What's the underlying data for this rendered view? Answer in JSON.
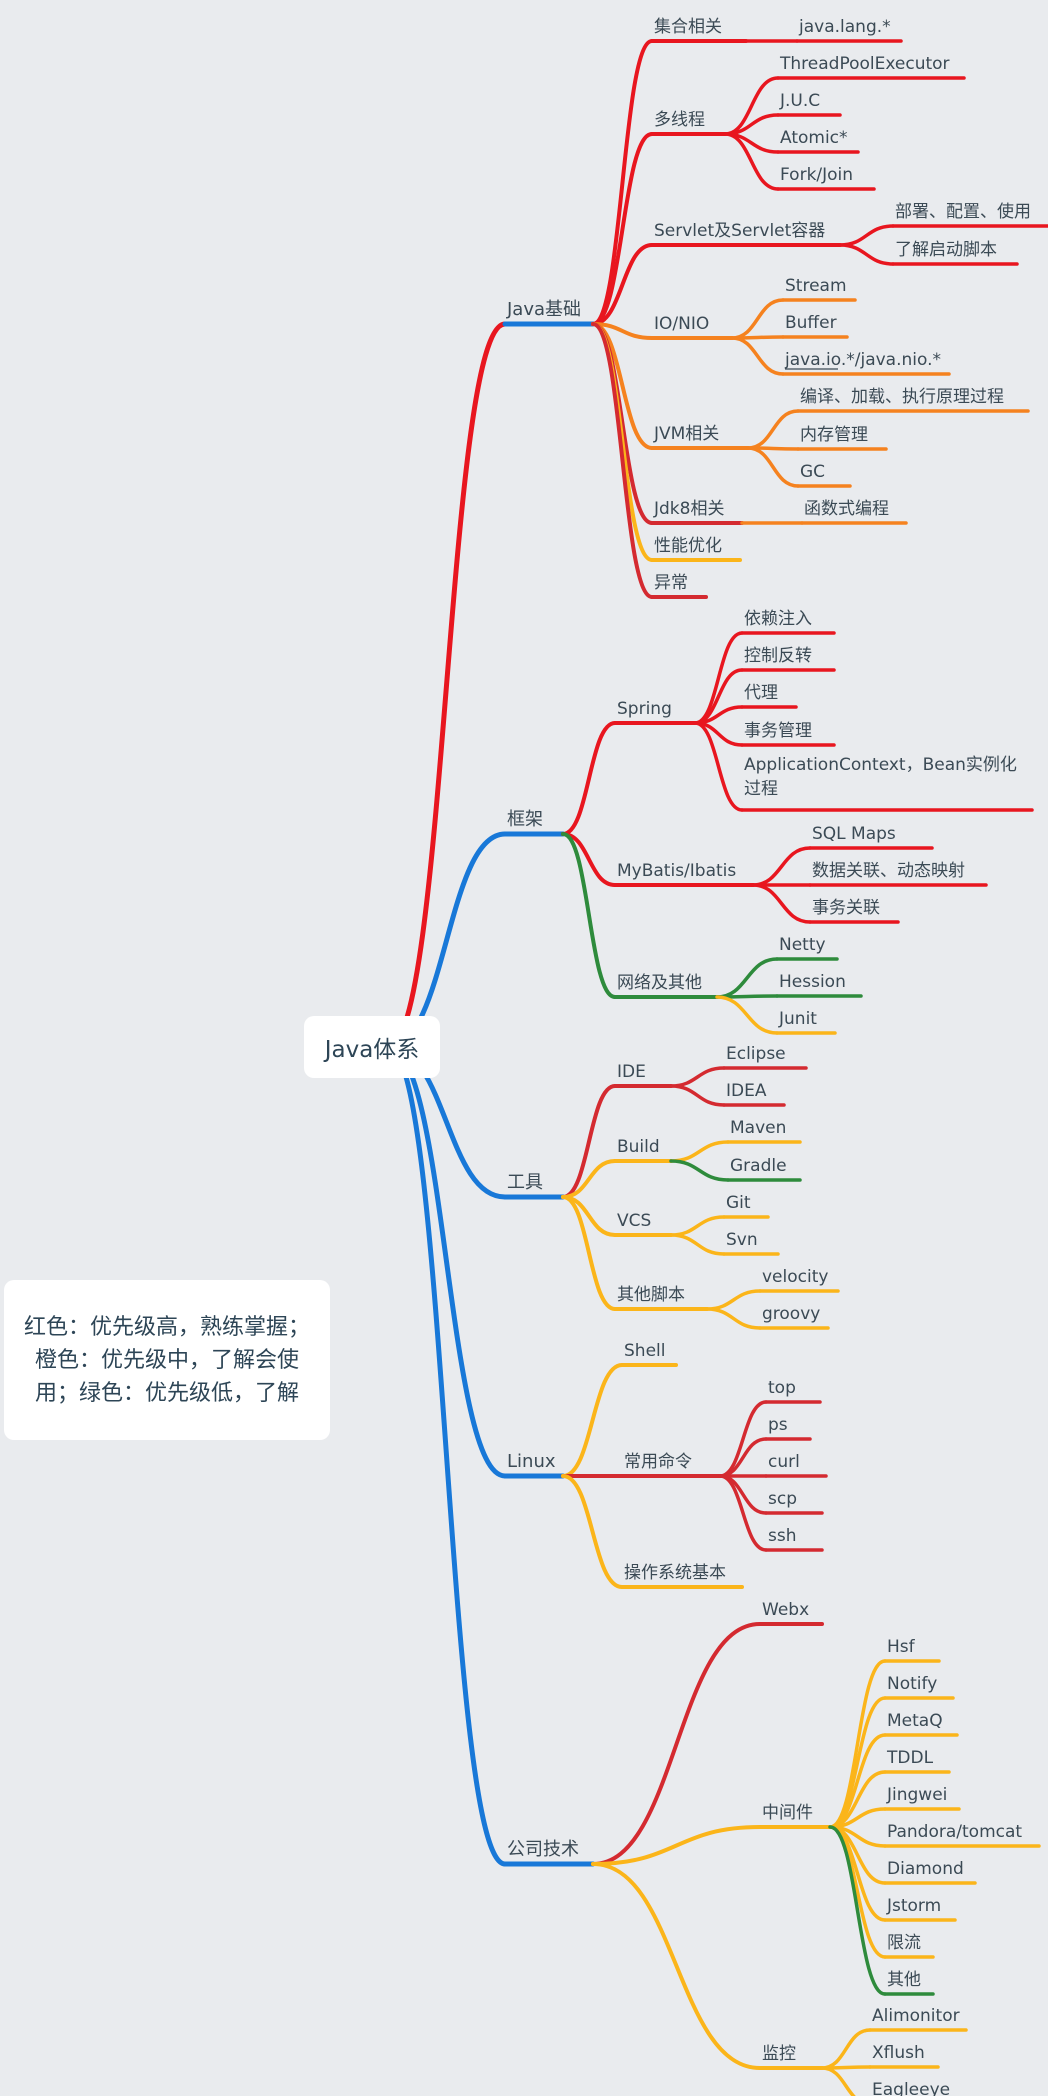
{
  "root": "Java体系",
  "legend": "红色：优先级高，熟练掌握；橙色：优先级中，了解会使用；绿色：优先级低，了解",
  "colors": {
    "blue": "#1878d8",
    "red": "#e8161f",
    "orange": "#f5821f",
    "yellow": "#fbb51a",
    "green": "#2e8b3c",
    "darkred": "#d42a30"
  },
  "tree": [
    {
      "label": "Java基础",
      "children": [
        {
          "label": "集合相关",
          "children": [
            {
              "label": "java.lang.*"
            }
          ]
        },
        {
          "label": "多线程",
          "children": [
            {
              "label": "ThreadPoolExecutor"
            },
            {
              "label": "J.U.C"
            },
            {
              "label": "Atomic*"
            },
            {
              "label": "Fork/Join"
            }
          ]
        },
        {
          "label": "Servlet及Servlet容器",
          "children": [
            {
              "label": "部署、配置、使用"
            },
            {
              "label": "了解启动脚本"
            }
          ]
        },
        {
          "label": "IO/NIO",
          "children": [
            {
              "label": "Stream"
            },
            {
              "label": "Buffer"
            },
            {
              "label": "java.io.*/java.nio.*"
            }
          ]
        },
        {
          "label": "JVM相关",
          "children": [
            {
              "label": "编译、加载、执行原理过程"
            },
            {
              "label": "内存管理"
            },
            {
              "label": "GC"
            }
          ]
        },
        {
          "label": "Jdk8相关",
          "children": [
            {
              "label": "函数式编程"
            }
          ]
        },
        {
          "label": "性能优化"
        },
        {
          "label": "异常"
        }
      ]
    },
    {
      "label": "框架",
      "children": [
        {
          "label": "Spring",
          "children": [
            {
              "label": "依赖注入"
            },
            {
              "label": "控制反转"
            },
            {
              "label": "代理"
            },
            {
              "label": "事务管理"
            },
            {
              "label": "ApplicationContext，Bean实例化过程"
            }
          ]
        },
        {
          "label": "MyBatis/Ibatis",
          "children": [
            {
              "label": "SQL Maps"
            },
            {
              "label": "数据关联、动态映射"
            },
            {
              "label": "事务关联"
            }
          ]
        },
        {
          "label": "网络及其他",
          "children": [
            {
              "label": "Netty"
            },
            {
              "label": "Hession"
            },
            {
              "label": "Junit"
            }
          ]
        }
      ]
    },
    {
      "label": "工具",
      "children": [
        {
          "label": "IDE",
          "children": [
            {
              "label": "Eclipse"
            },
            {
              "label": "IDEA"
            }
          ]
        },
        {
          "label": "Build",
          "children": [
            {
              "label": "Maven"
            },
            {
              "label": "Gradle"
            }
          ]
        },
        {
          "label": "VCS",
          "children": [
            {
              "label": "Git"
            },
            {
              "label": "Svn"
            }
          ]
        },
        {
          "label": "其他脚本",
          "children": [
            {
              "label": "velocity"
            },
            {
              "label": "groovy"
            }
          ]
        }
      ]
    },
    {
      "label": "Linux",
      "children": [
        {
          "label": "Shell"
        },
        {
          "label": "常用命令",
          "children": [
            {
              "label": "top"
            },
            {
              "label": "ps"
            },
            {
              "label": "curl"
            },
            {
              "label": "scp"
            },
            {
              "label": "ssh"
            }
          ]
        },
        {
          "label": "操作系统基本"
        }
      ]
    },
    {
      "label": "公司技术",
      "children": [
        {
          "label": "Webx"
        },
        {
          "label": "中间件",
          "children": [
            {
              "label": "Hsf"
            },
            {
              "label": "Notify"
            },
            {
              "label": "MetaQ"
            },
            {
              "label": "TDDL"
            },
            {
              "label": "Jingwei"
            },
            {
              "label": "Pandora/tomcat"
            },
            {
              "label": "Diamond"
            },
            {
              "label": "Jstorm"
            },
            {
              "label": "限流"
            },
            {
              "label": "其他"
            }
          ]
        },
        {
          "label": "监控",
          "children": [
            {
              "label": "Alimonitor"
            },
            {
              "label": "Xflush"
            },
            {
              "label": "Eagleeye"
            }
          ]
        }
      ]
    }
  ]
}
